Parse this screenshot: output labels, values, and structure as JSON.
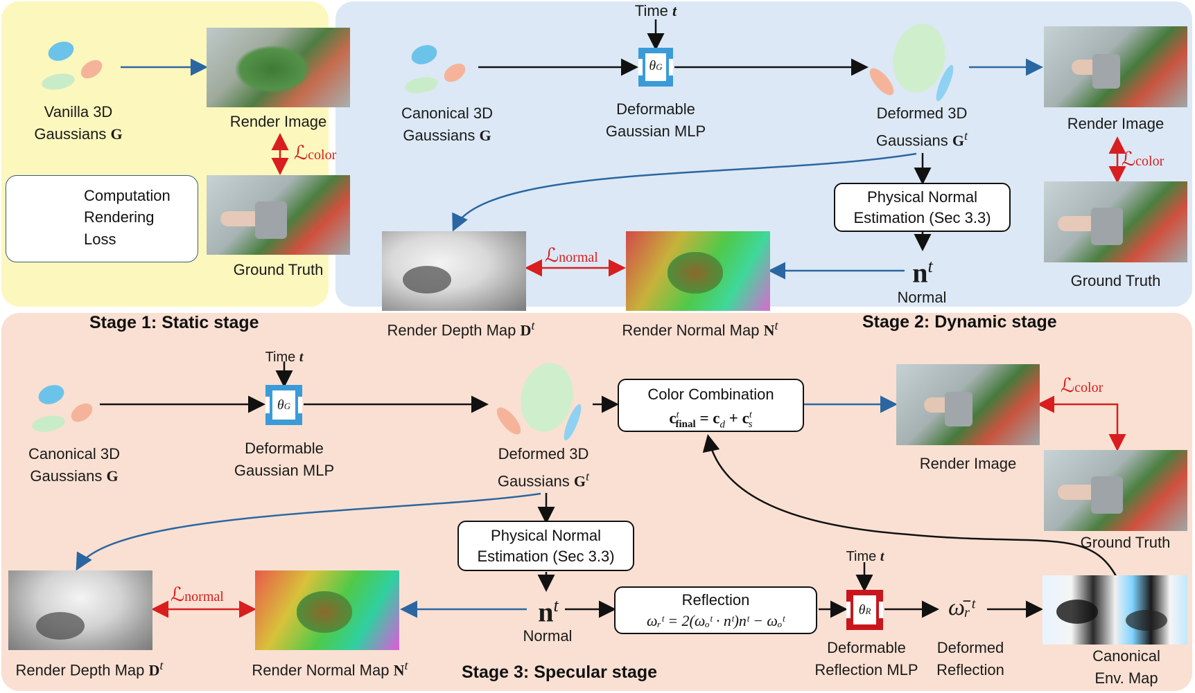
{
  "colors": {
    "stage1_bg": "#fcf7bd",
    "stage2_bg": "#dce8f5",
    "stage3_bg": "#f9e0d2",
    "computation": "#111111",
    "rendering": "#2a66a1",
    "loss": "#d81e1e",
    "mlp_geometry": "#3a9bd8",
    "mlp_reflection": "#c8161c"
  },
  "legend": {
    "computation": "Computation",
    "rendering": "Rendering",
    "loss": "Loss"
  },
  "stage1": {
    "title": "Stage 1: Static stage",
    "gaussians_line1": "Vanilla 3D",
    "gaussians_line2": "Gaussians",
    "gaussians_symbol": "G",
    "render_image": "Render Image",
    "ground_truth": "Ground Truth",
    "loss_symbol": "ℒ",
    "loss_sub": "color"
  },
  "stage2": {
    "title": "Stage 2: Dynamic stage",
    "time_label": "Time",
    "time_symbol": "t",
    "canonical_line1": "Canonical 3D",
    "canonical_line2": "Gaussians",
    "canonical_symbol": "G",
    "mlp_line1": "Deformable",
    "mlp_line2": "Gaussian MLP",
    "mlp_symbol": "θ",
    "mlp_sub": "G",
    "deformed_line1": "Deformed 3D",
    "deformed_line2": "Gaussians",
    "deformed_symbol": "G",
    "deformed_sup": "t",
    "render_image": "Render Image",
    "ground_truth": "Ground Truth",
    "loss_color_symbol": "ℒ",
    "loss_color_sub": "color",
    "normal_est_line1": "Physical Normal",
    "normal_est_line2": "Estimation (Sec 3.3)",
    "normal_symbol": "n",
    "normal_sup": "t",
    "normal_label": "Normal",
    "depth_label": "Render Depth Map",
    "depth_symbol": "D",
    "depth_sup": "t",
    "normal_map_label": "Render Normal Map",
    "normal_map_symbol": "N",
    "normal_map_sup": "t",
    "loss_normal_symbol": "ℒ",
    "loss_normal_sub": "normal"
  },
  "stage3": {
    "title": "Stage 3: Specular stage",
    "time_label": "Time",
    "time_symbol": "t",
    "canonical_line1": "Canonical 3D",
    "canonical_line2": "Gaussians",
    "canonical_symbol": "G",
    "mlp_line1": "Deformable",
    "mlp_line2": "Gaussian MLP",
    "mlp_symbol": "θ",
    "mlp_sub": "G",
    "deformed_line1": "Deformed 3D",
    "deformed_line2": "Gaussians",
    "deformed_symbol": "G",
    "deformed_sup": "t",
    "color_comb_title": "Color Combination",
    "color_comb_formula_lhs_c": "c",
    "color_comb_formula_lhs_sub": "final",
    "color_comb_formula_lhs_sup": "t",
    "color_comb_formula_rhs": "= c",
    "color_comb_formula_cd_sub": "d",
    "color_comb_formula_plus": "+ c",
    "color_comb_formula_cs_sub": "s",
    "color_comb_formula_cs_sup": "t",
    "render_image": "Render Image",
    "ground_truth": "Ground Truth",
    "loss_color_symbol": "ℒ",
    "loss_color_sub": "color",
    "normal_est_line1": "Physical Normal",
    "normal_est_line2": "Estimation (Sec 3.3)",
    "normal_symbol": "n",
    "normal_sup": "t",
    "normal_label": "Normal",
    "reflection_title": "Reflection",
    "reflection_formula": "ωᵣᵗ = 2(ωₒᵗ · nᵗ)nᵗ − ωₒᵗ",
    "time2_label": "Time",
    "time2_symbol": "t",
    "refl_mlp_symbol": "θ",
    "refl_mlp_sub": "R",
    "refl_mlp_line1": "Deformable",
    "refl_mlp_line2": "Reflection MLP",
    "deformed_refl_symbol": "ω̄ᵣᵗ",
    "deformed_refl_line1": "Deformed",
    "deformed_refl_line2": "Reflection",
    "env_line1": "Canonical",
    "env_line2": "Env. Map",
    "depth_label": "Render Depth Map",
    "depth_symbol": "D",
    "depth_sup": "t",
    "normal_map_label": "Render Normal Map",
    "normal_map_symbol": "N",
    "normal_map_sup": "t",
    "loss_normal_symbol": "ℒ",
    "loss_normal_sub": "normal"
  }
}
